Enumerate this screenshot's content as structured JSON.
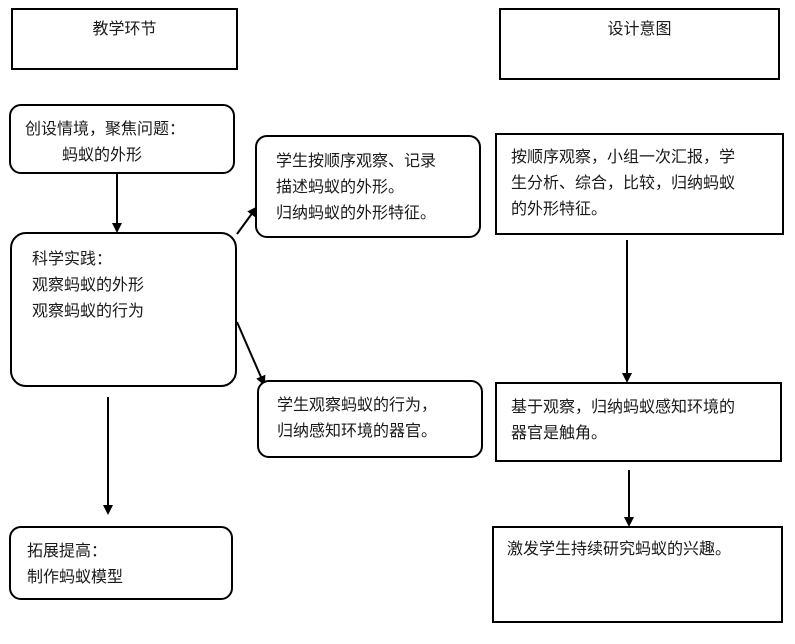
{
  "headers": {
    "teaching": "教学环节",
    "design": "设计意图"
  },
  "left": {
    "intro": [
      "创设情境，聚焦问题：",
      "蚂蚁的外形"
    ],
    "practice": [
      "科学实践：",
      "观察蚂蚁的外形",
      "观察蚂蚁的行为"
    ],
    "extend": [
      "拓展提高：",
      "制作蚂蚁模型"
    ]
  },
  "middle": {
    "observe_shape": [
      "学生按顺序观察、记录",
      "描述蚂蚁的外形。",
      "归纳蚂蚁的外形特征。"
    ],
    "observe_behavior": [
      "学生观察蚂蚁的行为，",
      "归纳感知环境的器官。"
    ]
  },
  "right": {
    "intent1": [
      "按顺序观察，小组一次汇报，学",
      "生分析、综合，比较，归纳蚂蚁",
      "的外形特征。"
    ],
    "intent2": [
      "基于观察，归纳蚂蚁感知环境的",
      "器官是触角。"
    ],
    "intent3": [
      "激发学生持续研究蚂蚁的兴趣。"
    ]
  }
}
